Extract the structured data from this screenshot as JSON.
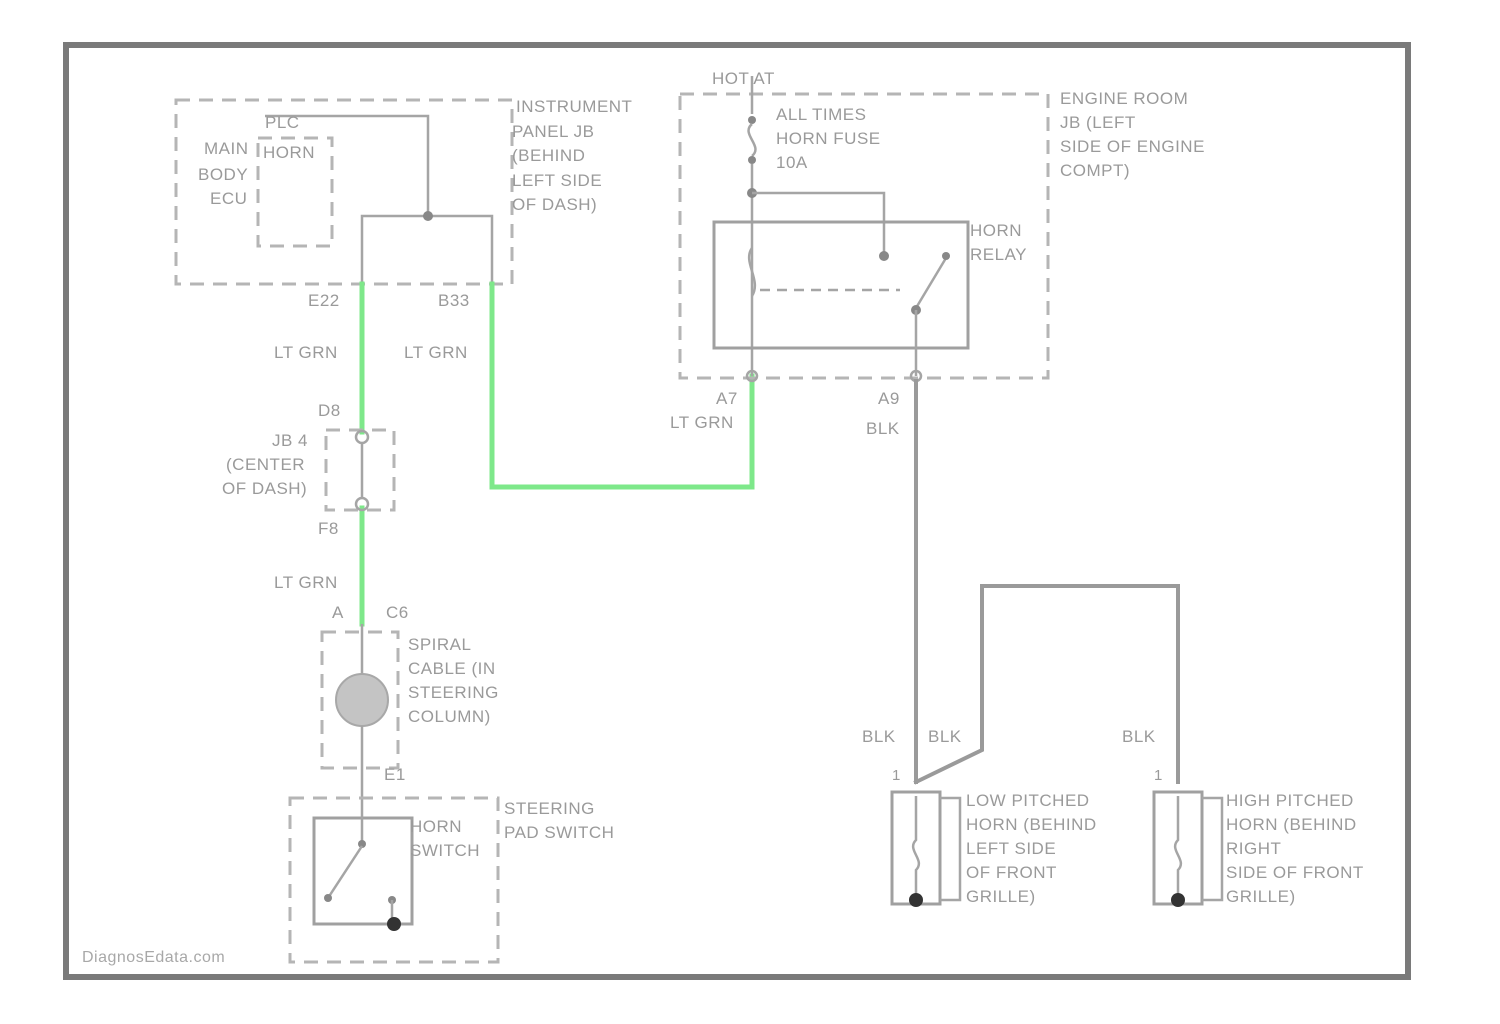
{
  "labels": {
    "hot_at": "HOT AT",
    "all_times_1": "ALL TIMES",
    "all_times_2": "HORN FUSE",
    "all_times_3": "10A",
    "engine_room_1": "ENGINE ROOM",
    "engine_room_2": "JB (LEFT",
    "engine_room_3": "SIDE OF ENGINE",
    "engine_room_4": "COMPT)",
    "instrument_1": "INSTRUMENT",
    "instrument_2": "PANEL JB",
    "instrument_3": "(BEHIND",
    "instrument_4": "LEFT SIDE",
    "instrument_5": "OF DASH)",
    "pcm_1": "PLC",
    "pcm_2": "MAIN",
    "pcm_3": "HORN",
    "pcm_4": "BODY",
    "pcm_5": "ECU",
    "pin_e22": "E22",
    "pin_b33": "B33",
    "wire_ltgrn_1": "LT GRN",
    "wire_ltgrn_2": "LT GRN",
    "wire_ltgrn_3": "LT GRN",
    "wire_ltgrn_4": "LT GRN",
    "horn_relay_1": "HORN",
    "horn_relay_2": "RELAY",
    "pin_a7": "A7",
    "pin_a9": "A9",
    "wire_blk_1": "BLK",
    "wire_blk_2": "BLK",
    "wire_blk_3": "BLK",
    "wire_blk_4": "BLK",
    "pin_d8": "D8",
    "pin_f8": "F8",
    "jb4_1": "JB 4",
    "jb4_2": "(CENTER",
    "jb4_3": "OF DASH)",
    "pin_a": "A",
    "pin_c6": "C6",
    "spiral_1": "SPIRAL",
    "spiral_2": "CABLE (IN",
    "spiral_3": "STEERING",
    "spiral_4": "COLUMN)",
    "pin_e1": "E1",
    "steering_pad_1": "STEERING",
    "steering_pad_2": "PAD SWITCH",
    "horn_switch_1": "HORN",
    "horn_switch_2": "SWITCH",
    "low_horn_1": "LOW PITCHED",
    "low_horn_2": "HORN (BEHIND",
    "low_horn_3": "LEFT SIDE",
    "low_horn_4": "OF FRONT",
    "low_horn_5": "GRILLE)",
    "high_horn_1": "HIGH PITCHED",
    "high_horn_2": "HORN (BEHIND",
    "high_horn_3": "RIGHT",
    "high_horn_4": "SIDE OF FRONT",
    "high_horn_5": "GRILLE)",
    "pin_1a": "1",
    "pin_1b": "1",
    "credit": "DiagnosEdata.com"
  },
  "colors": {
    "highlight_wire": "#7ee88a",
    "wire": "#9a9a9a",
    "frame": "#7a7a7a"
  }
}
